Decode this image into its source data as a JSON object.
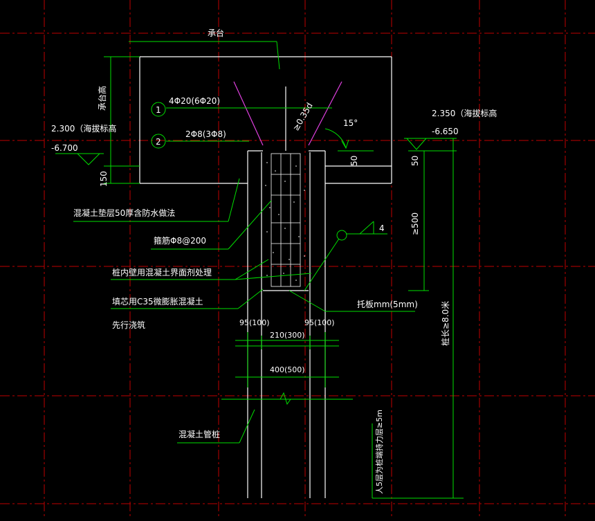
{
  "colors": {
    "background": "#000000",
    "grid": "#c00000",
    "outline": "#ffffff",
    "dimension": "#00e000",
    "rebar_flare": "#e040e0"
  },
  "labels": {
    "cap": "承台",
    "rebar1": "4Φ20(6Φ20)",
    "rebar2": "2Φ8(3Φ8)",
    "marker1": "1",
    "marker2": "2",
    "anchor": "≥0.35d",
    "angle": "15°",
    "cap_height": "承台高",
    "elev_left_top": "2.300（海拔标高",
    "elev_left_bottom": "-6.700",
    "elev_right_top": "2.350（海拔标高",
    "elev_right_bottom": "-6.650",
    "dim_150": "150",
    "dim_50_left": "50",
    "dim_50_right": "50",
    "dim_500": "≥500",
    "pile_length": "桩长≥8.0米",
    "cushion": "混凝土垫层50厚含防水做法",
    "stirrup": "箍筋Φ8@200",
    "inner_wall": "桩内壁用混凝土界面剂处理",
    "infill": "填芯用C35微膨胀混凝土",
    "first_pour": "先行浇筑",
    "plate": "托板mm(5mm)",
    "dim_95_left": "95(100)",
    "dim_95_right": "95(100)",
    "dim_210": "210(300)",
    "dim_400": "400(500)",
    "marker4": "4",
    "pile": "混凝土管桩",
    "bearing_layer": "人5层为桩端持力层≥5m"
  }
}
